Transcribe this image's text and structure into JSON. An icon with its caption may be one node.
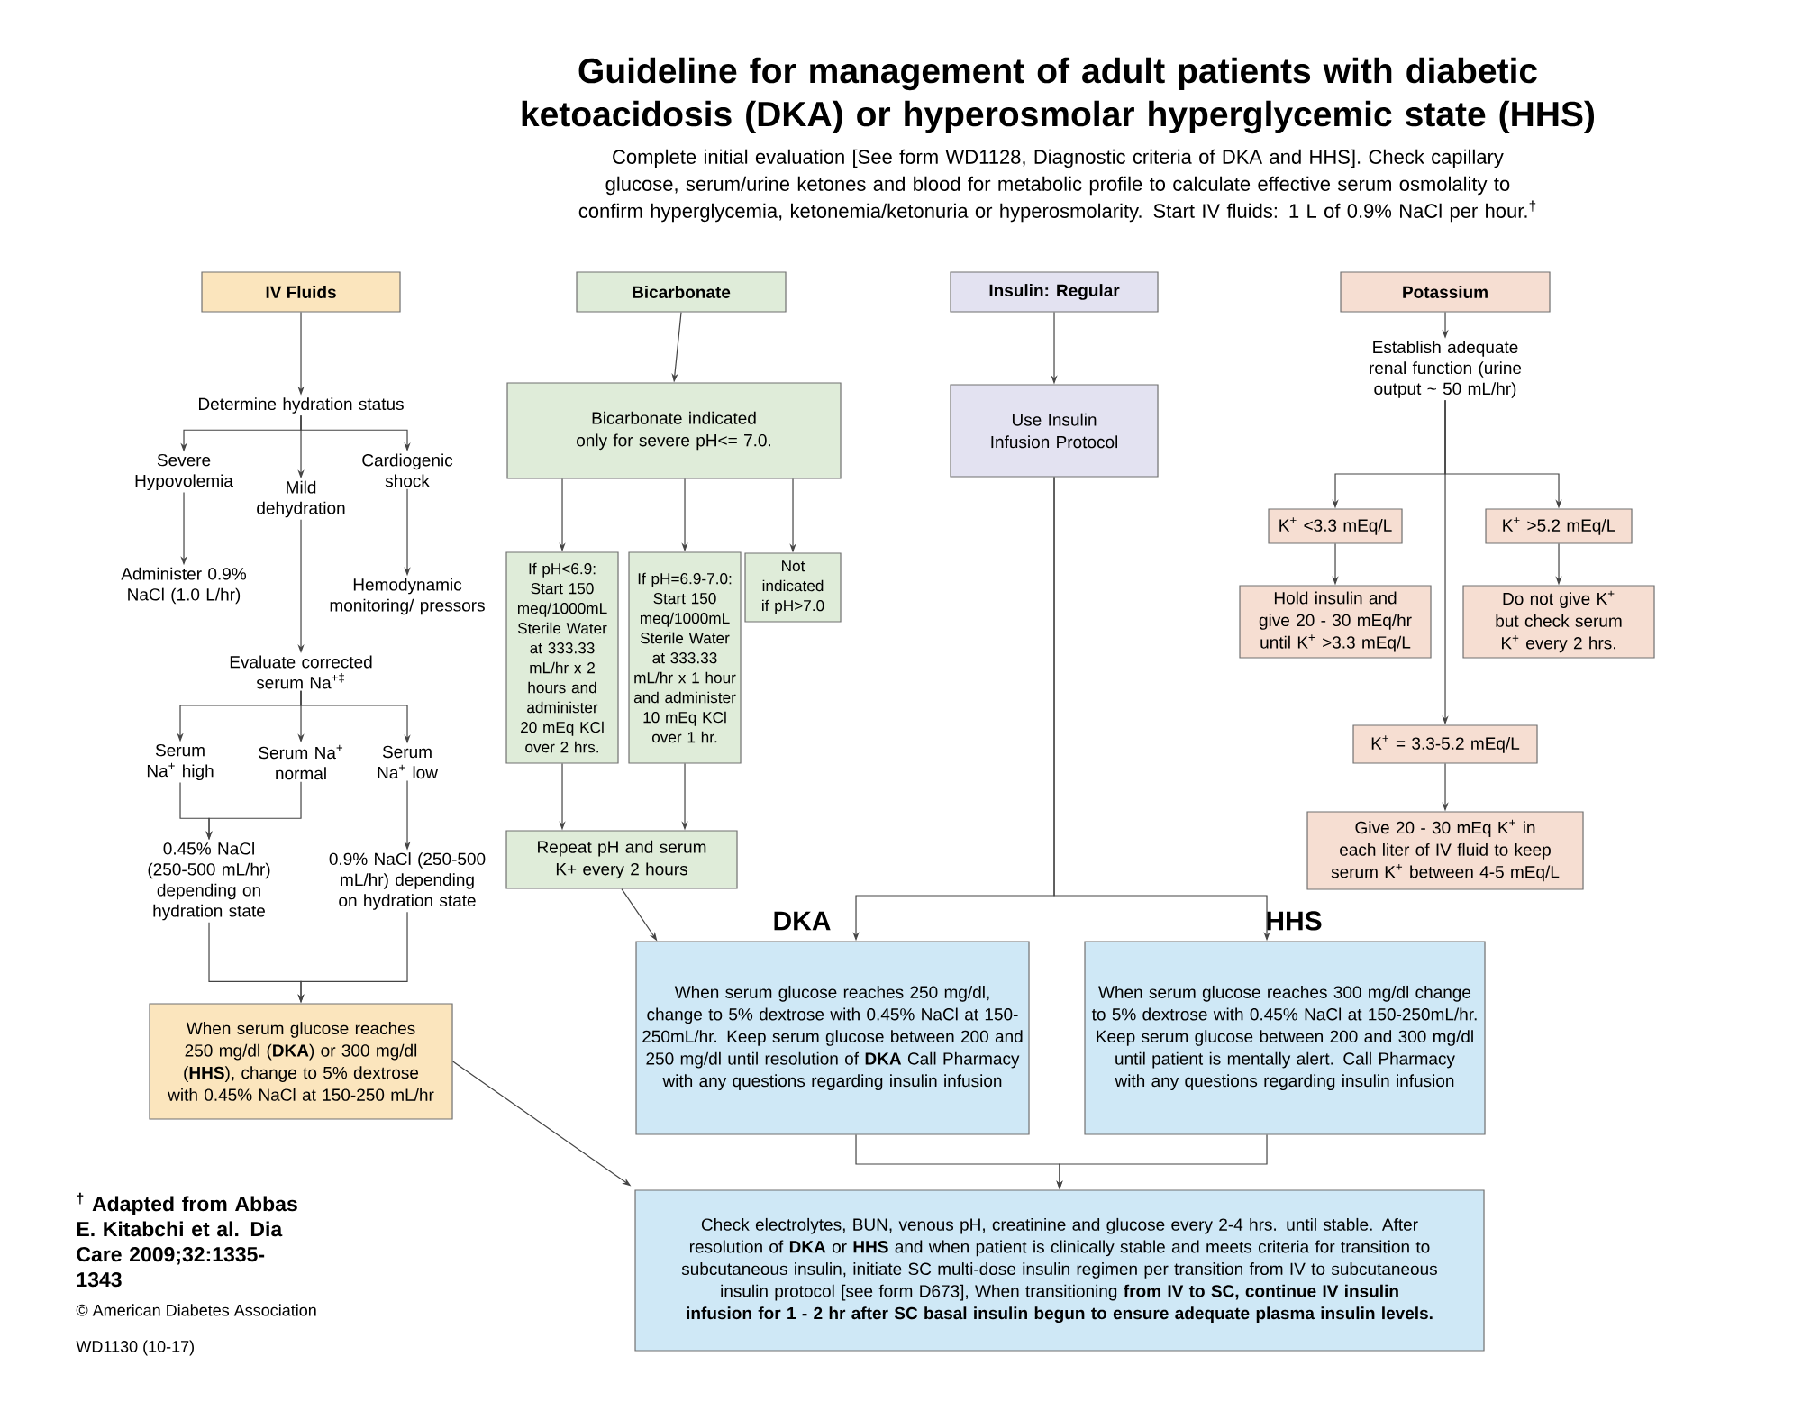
{
  "diagram": {
    "title": "Guideline for management of adult patients with diabetic ketoacidosis (DKA) or hyperosmolar hyperglycemic state (HHS)",
    "nodes": [
      {
        "text": [
          "IV Fluids"
        ]
      },
      {
        "text": [
          "Determine hydration status"
        ]
      },
      {
        "text": [
          "Severe Hypovolemia"
        ]
      },
      {
        "text": [
          "Mild dehydration"
        ]
      },
      {
        "text": [
          "Cardiogenic shock"
        ]
      },
      {
        "text": [
          "Administer 0.9% NaCl (1.0 L/hr)"
        ]
      },
      {
        "text": [
          "Hemodynamic monitoring/ pressors"
        ]
      },
      {
        "text": [
          "Evaluate corrected serum Na$^{+‡}$"
        ]
      },
      {
        "text": [
          "Serum Na$^{+}$ high"
        ]
      },
      {
        "text": [
          "Serum Na$^{+}$ normal"
        ]
      },
      {
        "text": [
          "Serum Na$^{+}$ low"
        ]
      },
      {
        "text": [
          "0.45% NaCl (250-500 mL/hr) depending on hydration state"
        ]
      },
      {
        "text": [
          "0.9% NaCl (250-500 mL/hr) depending on hydration state"
        ]
      },
      {
        "text": [
          "When serum glucose reaches 250 mg/dl (**DKA**) or 300 mg/dl (**HHS**), change to 5% dextrose with 0.45% NaCl at 150-250 mL/hr"
        ]
      },
      {
        "text": [
          "Bicarbonate"
        ]
      },
      {
        "text": [
          "Bicarbonate indicated only for severe pH<= 7.0."
        ]
      },
      {
        "text": [
          "If pH<6.9: Start 150 meq/1000mL Sterile Water at 333.33 mL/hr x 2 hours and administer 20 mEq KCl over 2 hrs."
        ]
      },
      {
        "text": [
          "If pH=6.9-7.0: Start 150 meq/1000mL Sterile Water at 333.33 mL/hr x 1 hour and administer 10 mEq KCl over 1 hr."
        ]
      },
      {
        "text": [
          "Not indicated if pH>7.0"
        ]
      },
      {
        "text": [
          "Repeat pH and serum K+ every 2 hours"
        ]
      },
      {
        "text": [
          "Insulin: Regular"
        ]
      },
      {
        "text": [
          "Use Insulin Infusion Protocol"
        ]
      },
      {
        "text": [
          "Potassium"
        ]
      },
      {
        "text": [
          "Establish adequate renal function (urine output ~ 50 mL/hr)"
        ]
      },
      {
        "text": [
          "K$^{+}$ <3.3 mEq/L"
        ]
      },
      {
        "text": [
          "K$^{+}$ >5.2 mEq/L"
        ]
      },
      {
        "text": [
          "Hold insulin and give 20 - 30 mEq/hr until K$^{+}$ >3.3 mEq/L"
        ]
      },
      {
        "text": [
          "Do not give K$^{+}$ but check serum K$^{+}$ every 2 hrs."
        ]
      },
      {
        "text": [
          "K$^{+}$ = 3.3-5.2 mEq/L"
        ]
      },
      {
        "text": [
          "Give 20 - 30 mEq K$^{+}$ in each liter of IV fluid to keep serum K$^{+}$ between 4-5 mEq/L"
        ]
      },
      {
        "text": [
          "DKA",
          "When serum glucose reaches 250 mg/dl, change to 5% dextrose with 0.45% NaCl at 150-250mL/hr. Keep serum glucose between 200 and 250 mg/dl until resolution of **DKA** Call Pharmacy with any questions regarding insulin infusion"
        ]
      },
      {
        "text": [
          "HHS",
          "When serum glucose reaches 300 mg/dl change to 5% dextrose with 0.45% NaCl at 150-250mL/hr. Keep serum glucose between 200 and 300 mg/dl until patient is mentally alert. Call Pharmacy with any questions regarding insulin infusion"
        ]
      },
      {
        "text": [
          "Check electrolytes, BUN, venous pH, creatinine and glucose every 2-4 hrs. until stable. After resolution of **DKA** or **HHS** and when patient is clinically stable and meets criteria for transition to subcutaneous insulin, initiate SC multi-dose insulin regimen per transition from IV to subcutaneous insulin protocol [see form D673], When transitioning **from IV to SC, continue IV insulin infusion for 1 - 2 hr after SC basal insulin begun to ensure adequate plasma insulin levels.**"
        ]
      }
    ],
    "edges": [
      {
        "from": 0,
        "to": 1,
        "arrow": "to"
      },
      {
        "from": 1,
        "to": 2,
        "arrow": "to"
      },
      {
        "from": 1,
        "to": 3,
        "arrow": "to"
      },
      {
        "from": 1,
        "to": 4,
        "arrow": "to"
      },
      {
        "from": 2,
        "to": 5,
        "arrow": "to"
      },
      {
        "from": 4,
        "to": 6,
        "arrow": "to"
      },
      {
        "from": 3,
        "to": 7,
        "arrow": "to"
      },
      {
        "from": 7,
        "to": 8,
        "arrow": "to"
      },
      {
        "from": 7,
        "to": 9,
        "arrow": "to"
      },
      {
        "from": 7,
        "to": 10,
        "arrow": "to"
      },
      {
        "from": 8,
        "to": 11,
        "arrow": "to"
      },
      {
        "from": 9,
        "to": 11,
        "arrow": "to"
      },
      {
        "from": 10,
        "to": 12,
        "arrow": "to"
      },
      {
        "from": 11,
        "to": 13,
        "arrow": "to"
      },
      {
        "from": 12,
        "to": 13,
        "arrow": "to"
      },
      {
        "from": 13,
        "to": 32,
        "arrow": "to"
      },
      {
        "from": 14,
        "to": 15,
        "arrow": "to"
      },
      {
        "from": 15,
        "to": 16,
        "arrow": "to"
      },
      {
        "from": 15,
        "to": 17,
        "arrow": "to"
      },
      {
        "from": 15,
        "to": 18,
        "arrow": "to"
      },
      {
        "from": 16,
        "to": 19,
        "arrow": "to"
      },
      {
        "from": 17,
        "to": 19,
        "arrow": "to"
      },
      {
        "from": 19,
        "to": 30,
        "arrow": "to"
      },
      {
        "from": 20,
        "to": 21,
        "arrow": "to"
      },
      {
        "from": 21,
        "to": 30,
        "arrow": "to"
      },
      {
        "from": 21,
        "to": 31,
        "arrow": "to"
      },
      {
        "from": 22,
        "to": 23,
        "arrow": "to"
      },
      {
        "from": 23,
        "to": 24,
        "arrow": "to"
      },
      {
        "from": 23,
        "to": 25,
        "arrow": "to"
      },
      {
        "from": 23,
        "to": 28,
        "arrow": "to"
      },
      {
        "from": 24,
        "to": 26,
        "arrow": "to"
      },
      {
        "from": 25,
        "to": 27,
        "arrow": "to"
      },
      {
        "from": 28,
        "to": 29,
        "arrow": "to"
      },
      {
        "from": 30,
        "to": 32,
        "arrow": "to"
      },
      {
        "from": 31,
        "to": 32,
        "arrow": "to"
      }
    ],
    "labels": [
      "Complete initial evaluation [See form WD1128, Diagnostic criteria of DKA and HHS]. Check capillary glucose, serum/urine ketones and blood for metabolic profile to calculate effective serum osmolality to confirm hyperglycemia, ketonemia/ketonuria or hyperosmolarity. Start IV fluids: 1 L of 0.9% NaCl per hour.$^{†}$",
      "$^{†}$ Adapted from Abbas E. Kitabchi et al. Dia Care 2009;32:1335-1343",
      "© American Diabetes Association",
      "WD1130 (10-17)"
    ]
  }
}
